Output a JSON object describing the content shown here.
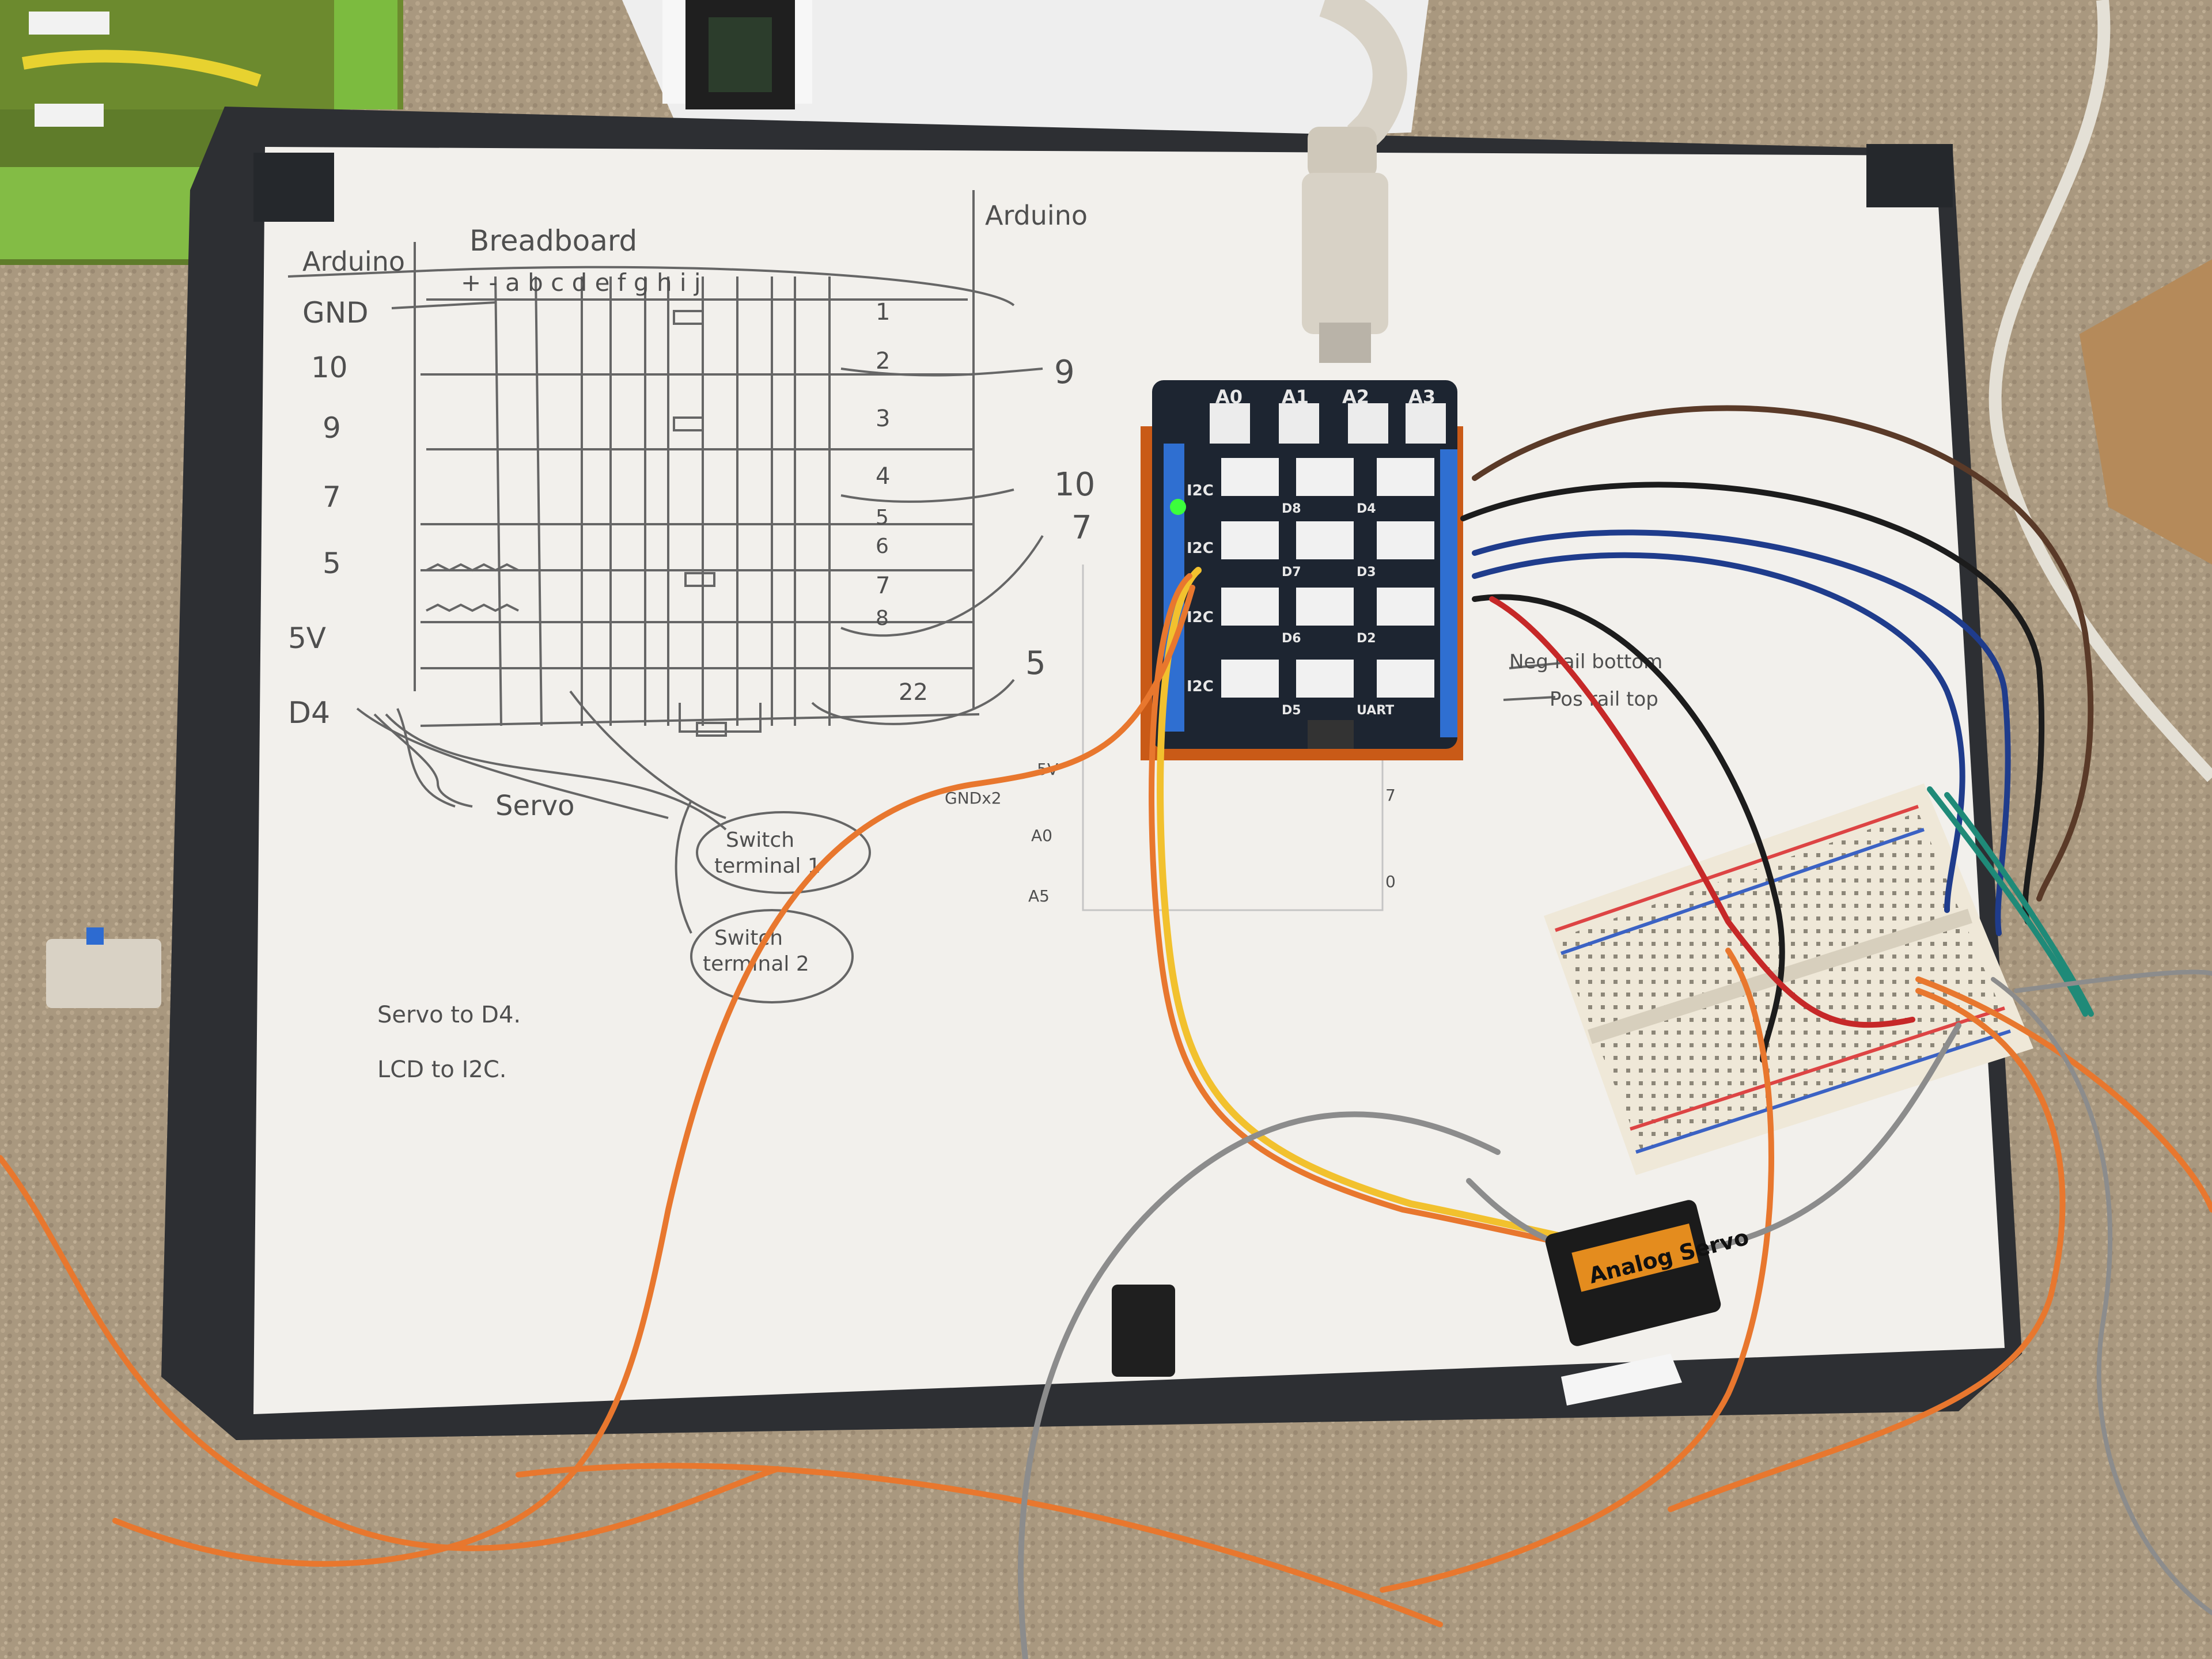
{
  "sketch": {
    "arduino_left": "Arduino",
    "breadboard": "Breadboard",
    "arduino_right": "Arduino",
    "bb_columns": "+ - a b c d e f g h i j",
    "left_pins": [
      "GND",
      "10",
      "9",
      "7",
      "5",
      "5V"
    ],
    "right_pins": [
      "9",
      "10",
      "7",
      "5"
    ],
    "row_numbers": [
      "1",
      "2",
      "3",
      "4",
      "5",
      "6",
      "7",
      "8",
      "22"
    ],
    "d4": "D4",
    "servo": "Servo",
    "switch1_line1": "Switch",
    "switch1_line2": "terminal 1",
    "switch2_line1": "Switch",
    "switch2_line2": "terminal 2",
    "note1": "Servo to D4.",
    "note2": "LCD to I2C.",
    "neg_rail": "Neg rail bottom",
    "pos_rail": "Pos rail top",
    "outline_pins": [
      "GNDx2",
      "5V",
      "A0",
      "A5"
    ],
    "outline_right": [
      "7",
      "0"
    ]
  },
  "shield": {
    "analog_ports": [
      "A0",
      "A1",
      "A2",
      "A3"
    ],
    "side_labels": [
      "I2C",
      "I2C",
      "I2C",
      "I2C"
    ],
    "digital_ports": [
      "D8",
      "D4",
      "D7",
      "D3",
      "D6",
      "D2",
      "D5",
      "UART"
    ]
  },
  "servo_label": "Analog Servo",
  "colors": {
    "carpet": "#a9987f",
    "binder": "#2d2f33",
    "paper": "#f2f0ec",
    "shield": "#1d2531",
    "wire_orange": "#e8772e",
    "wire_gray": "#8c8c8c"
  }
}
